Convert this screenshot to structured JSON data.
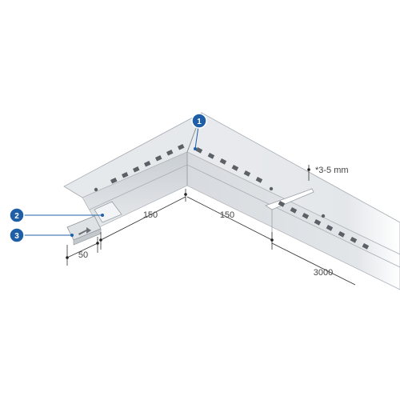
{
  "dimensions": {
    "thickness": "*3-5 mm",
    "leg_left": "150",
    "leg_right": "150",
    "overlap": "50",
    "length": "3000"
  },
  "callouts": [
    {
      "label": "1"
    },
    {
      "label": "2"
    },
    {
      "label": "3"
    }
  ],
  "colors": {
    "callout_fill": "#1f5fa8",
    "callout_ring": "#ffffff",
    "metal_light": "#eceef0",
    "metal_mid": "#cfd3d7",
    "metal_dark": "#9aa0a6",
    "dim_line": "#333333"
  }
}
